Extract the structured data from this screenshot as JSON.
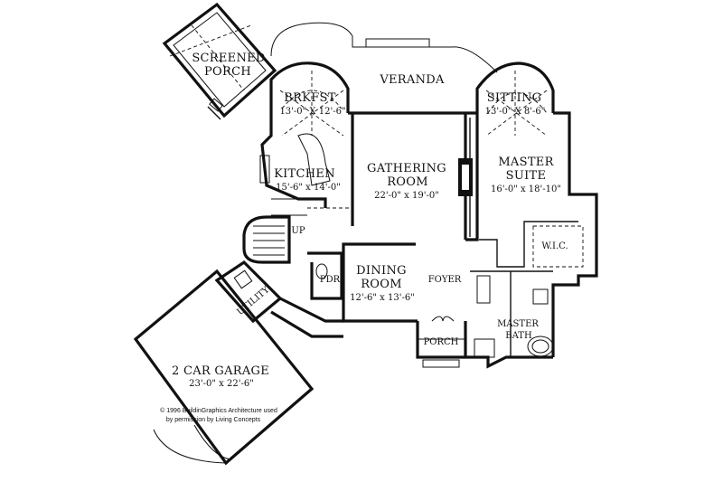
{
  "rooms": {
    "screened_porch": {
      "line1": "SCREENED",
      "line2": "PORCH"
    },
    "veranda": {
      "name": "VERANDA"
    },
    "brkfst": {
      "name": "BRKFST",
      "dims": "13'-0\" X 12'-6\""
    },
    "sitting": {
      "name": "SITTING",
      "dims": "13'-0\" X 8'-6\""
    },
    "kitchen": {
      "name": "KITCHEN",
      "dims": "15'-6\" x 14'-0\""
    },
    "gathering": {
      "line1": "GATHERING",
      "line2": "ROOM",
      "dims": "22'-0\" x 19'-0\""
    },
    "master_suite": {
      "line1": "MASTER",
      "line2": "SUITE",
      "dims": "16'-0\" x 18'-10\""
    },
    "wic": {
      "name": "W.I.C."
    },
    "up": {
      "name": "UP"
    },
    "pdr": {
      "name": "PDR"
    },
    "utility": {
      "name": "UTILITY"
    },
    "dining": {
      "line1": "DINING",
      "line2": "ROOM",
      "dims": "12'-6\" x 13'-6\""
    },
    "foyer": {
      "name": "FOYER"
    },
    "porch": {
      "name": "PORCH"
    },
    "master_bath": {
      "line1": "MASTER",
      "line2": "BATH"
    },
    "garage": {
      "name": "2 CAR GARAGE",
      "dims": "23'-0\" x 22'-6\""
    }
  },
  "copyright": {
    "line1": "© 1996 BuildinGraphics Architecture used",
    "line2": "by permission by Living Concepts"
  }
}
